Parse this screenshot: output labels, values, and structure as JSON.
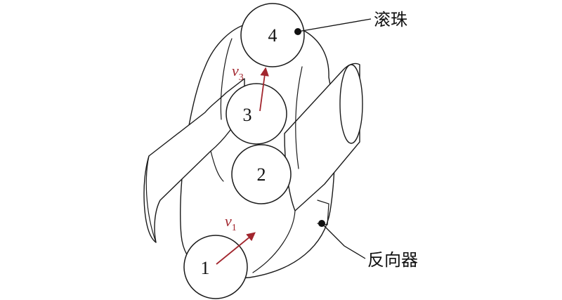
{
  "balls": [
    {
      "id": "ball-1",
      "label": "1"
    },
    {
      "id": "ball-2",
      "label": "2"
    },
    {
      "id": "ball-3",
      "label": "3"
    },
    {
      "id": "ball-4",
      "label": "4"
    }
  ],
  "velocities": [
    {
      "id": "v1",
      "symbol": "v",
      "subscript": "1"
    },
    {
      "id": "v3",
      "symbol": "v",
      "subscript": "3"
    }
  ],
  "callouts": {
    "roller_ball": "滚珠",
    "reverser": "反向器"
  },
  "colors": {
    "arrow": "#a2262e",
    "stroke": "#1a1a1a"
  }
}
